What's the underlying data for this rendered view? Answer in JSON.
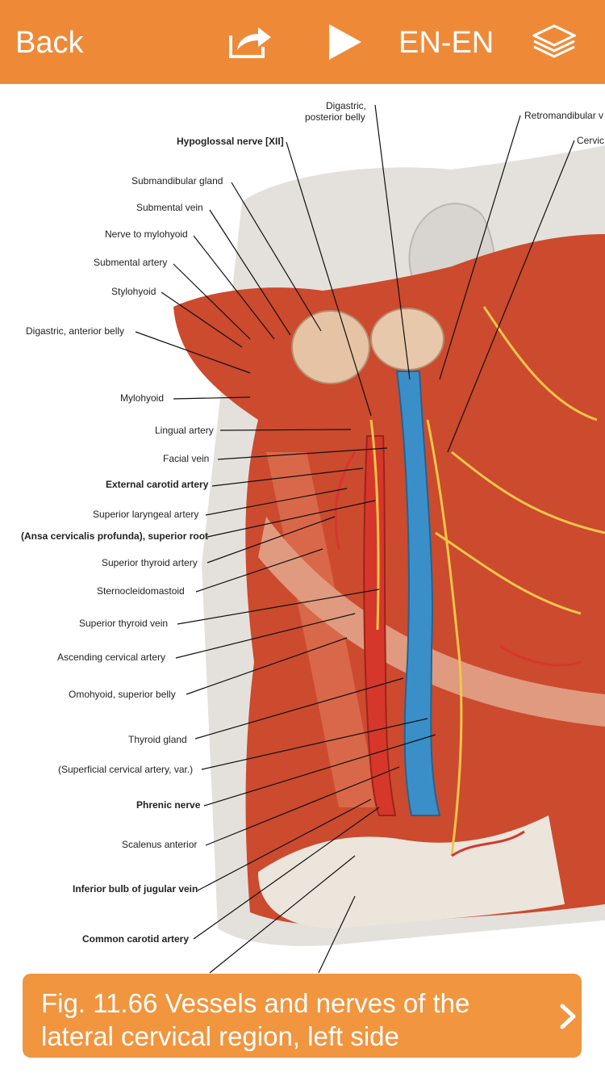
{
  "topbar": {
    "back_label": "Back",
    "share_icon": "share-icon",
    "play_icon": "play-icon",
    "language": "EN-EN",
    "layers_icon": "layers-icon",
    "color": "#ee8a37"
  },
  "figure": {
    "labels": [
      "Digastric,",
      "posterior belly",
      "Retromandibular v",
      "Hypoglossal nerve [XII]",
      "Cervic",
      "Submandibular gland",
      "Submental vein",
      "Nerve to mylohyoid",
      "Submental artery",
      "Stylohyoid",
      "Digastric, anterior belly",
      "Mylohyoid",
      "Lingual artery",
      "Facial vein",
      "External carotid artery",
      "Superior laryngeal artery",
      "(Ansa cervicalis profunda), superior root",
      "Superior thyroid artery",
      "Sternocleidomastoid",
      "Superior thyroid vein",
      "Ascending cervical artery",
      "Omohyoid, superior belly",
      "Thyroid gland",
      "(Superficial cervical artery, var.)",
      "Phrenic nerve",
      "Scalenus anterior",
      "Inferior bulb of jugular vein",
      "Common carotid artery"
    ]
  },
  "caption": {
    "text": "Fig. 11.66 Vessels and nerves of the lateral cervical region, left side",
    "chevron_icon": "chevron-right-icon",
    "color": "#f1953f"
  }
}
